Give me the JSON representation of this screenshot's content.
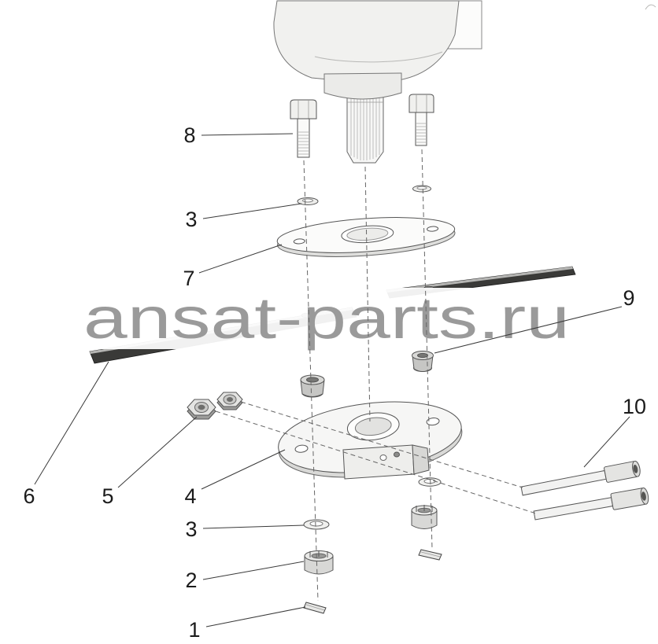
{
  "diagram": {
    "watermark": "ansat-parts.ru",
    "labels": {
      "1": "1",
      "2": "2",
      "3": "3",
      "4": "4",
      "5": "5",
      "6": "6",
      "7": "7",
      "8": "8",
      "9": "9",
      "10": "10"
    }
  }
}
